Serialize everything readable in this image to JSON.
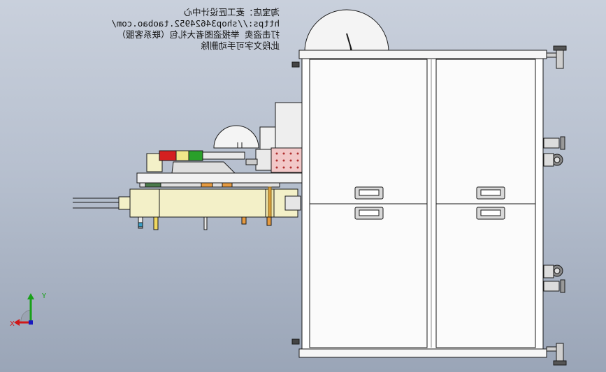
{
  "watermark": {
    "line1": "淘宝店：麦工匠设计中心",
    "line2": "https://shop34624952.taobao.com/",
    "line3": "打击盗卖 举报盗图者大礼包（联系客服）",
    "line4": "此段文字可手动删除"
  },
  "axes": {
    "x_label": "X",
    "y_label": "Y"
  },
  "colors": {
    "background": "#b7c0cf",
    "cabinet": "#ffffff",
    "outline": "#1a1a1a",
    "cylinder": "#f3f0c8",
    "signal_red": "#d42020",
    "signal_yellow": "#f0e88a",
    "signal_green": "#2aa02a",
    "pink_plate": "#f2c8c8",
    "axis_x": "#d01818",
    "axis_y": "#18a018",
    "axis_z": "#1818c0"
  }
}
